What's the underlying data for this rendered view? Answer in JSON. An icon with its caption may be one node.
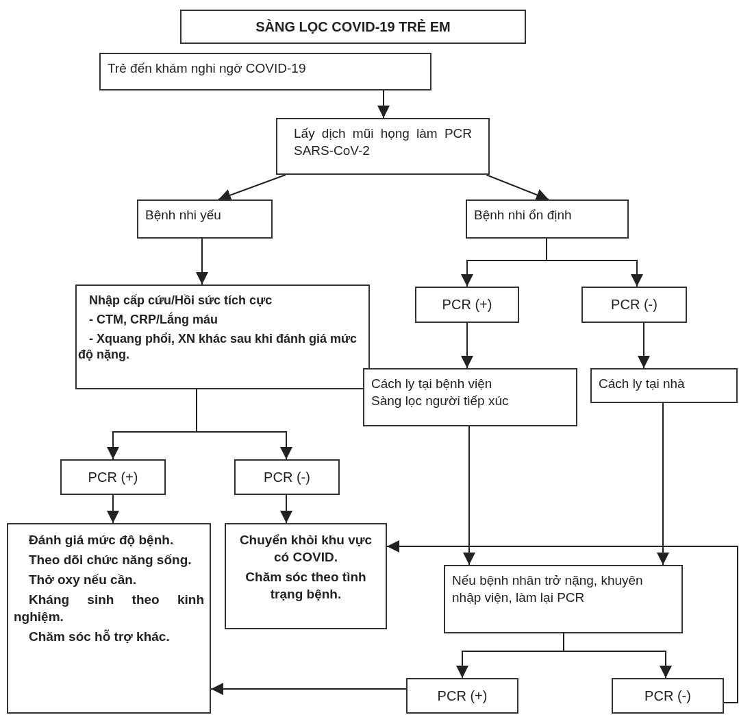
{
  "diagram": {
    "nodes": [
      {
        "text": [
          "SÀNG LỌC COVID-19 TRẺ EM"
        ]
      },
      {
        "text": [
          "Trẻ đến khám nghi ngờ COVID-19"
        ]
      },
      {
        "text": [
          "Lấy dịch mũi họng làm PCR SARS-CoV-2"
        ]
      },
      {
        "text": [
          "Bệnh nhi yếu"
        ]
      },
      {
        "text": [
          "Bệnh nhi ổn định"
        ]
      },
      {
        "text": [
          "Nhập cấp cứu/Hồi sức tích cực",
          "- CTM, CRP/Lắng máu",
          "- Xquang phổi, XN khác sau khi đánh giá mức độ nặng."
        ]
      },
      {
        "text": [
          "PCR (+)"
        ]
      },
      {
        "text": [
          "PCR (-)"
        ]
      },
      {
        "text": [
          "Cách ly tại bệnh viện",
          "Sàng lọc người tiếp xúc"
        ]
      },
      {
        "text": [
          "Cách ly tại nhà"
        ]
      },
      {
        "text": [
          "PCR (+)"
        ]
      },
      {
        "text": [
          "PCR (-)"
        ]
      },
      {
        "text": [
          "Đánh giá mức độ bệnh.",
          "Theo dõi chức năng sống.",
          "Thở oxy nếu cần.",
          "Kháng sinh theo kinh nghiệm.",
          "Chăm sóc hỗ trợ khác."
        ]
      },
      {
        "text": [
          "Chuyển khỏi khu vực có COVID.",
          "Chăm sóc theo tình trạng bệnh."
        ]
      },
      {
        "text": [
          "Nếu bệnh nhân trở nặng, khuyên nhập viện, làm lại PCR"
        ]
      },
      {
        "text": [
          "PCR (+)"
        ]
      },
      {
        "text": [
          "PCR (-)"
        ]
      }
    ],
    "edges": [
      {
        "from": 1,
        "to": 2,
        "arrow": "to"
      },
      {
        "from": 2,
        "to": 3,
        "arrow": "to"
      },
      {
        "from": 2,
        "to": 4,
        "arrow": "to"
      },
      {
        "from": 3,
        "to": 5,
        "arrow": "to"
      },
      {
        "from": 4,
        "to": 6,
        "arrow": "to"
      },
      {
        "from": 4,
        "to": 7,
        "arrow": "to"
      },
      {
        "from": 6,
        "to": 8,
        "arrow": "to"
      },
      {
        "from": 7,
        "to": 9,
        "arrow": "to"
      },
      {
        "from": 5,
        "to": 10,
        "arrow": "to"
      },
      {
        "from": 5,
        "to": 11,
        "arrow": "to"
      },
      {
        "from": 8,
        "to": 14,
        "arrow": "to"
      },
      {
        "from": 9,
        "to": 14,
        "arrow": "to"
      },
      {
        "from": 10,
        "to": 12,
        "arrow": "to"
      },
      {
        "from": 11,
        "to": 13,
        "arrow": "to"
      },
      {
        "from": 14,
        "to": 15,
        "arrow": "to"
      },
      {
        "from": 14,
        "to": 16,
        "arrow": "to"
      },
      {
        "from": 15,
        "to": 12,
        "arrow": "to"
      },
      {
        "from": 16,
        "to": 13,
        "arrow": "to"
      }
    ]
  }
}
